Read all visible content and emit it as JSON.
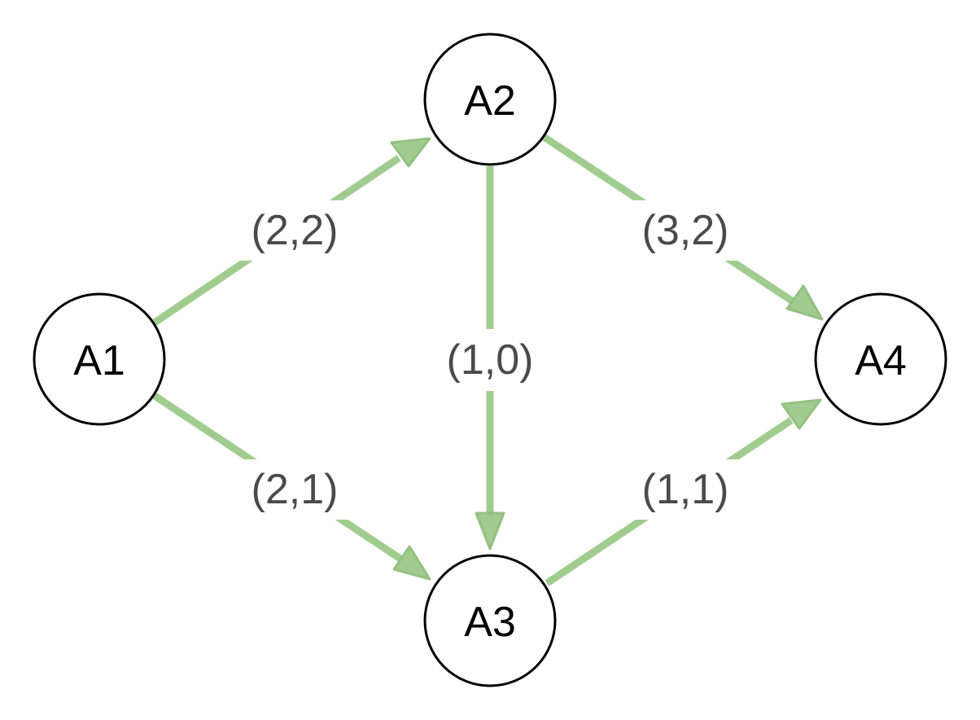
{
  "colors": {
    "edge": "#9cc98a",
    "node_stroke": "#000000",
    "node_fill": "#ffffff",
    "node_text": "#000000",
    "edge_label_text": "#4a4a4a",
    "background": "#ffffff"
  },
  "nodes": [
    {
      "id": "a1",
      "label": "A1"
    },
    {
      "id": "a2",
      "label": "A2"
    },
    {
      "id": "a3",
      "label": "A3"
    },
    {
      "id": "a4",
      "label": "A4"
    }
  ],
  "edges": [
    {
      "id": "a1-a2",
      "from": "A1",
      "to": "A2",
      "label": "(2,2)"
    },
    {
      "id": "a1-a3",
      "from": "A1",
      "to": "A3",
      "label": "(2,1)"
    },
    {
      "id": "a2-a3",
      "from": "A2",
      "to": "A3",
      "label": "(1,0)"
    },
    {
      "id": "a2-a4",
      "from": "A2",
      "to": "A4",
      "label": "(3,2)"
    },
    {
      "id": "a3-a4",
      "from": "A3",
      "to": "A4",
      "label": "(1,1)"
    }
  ]
}
